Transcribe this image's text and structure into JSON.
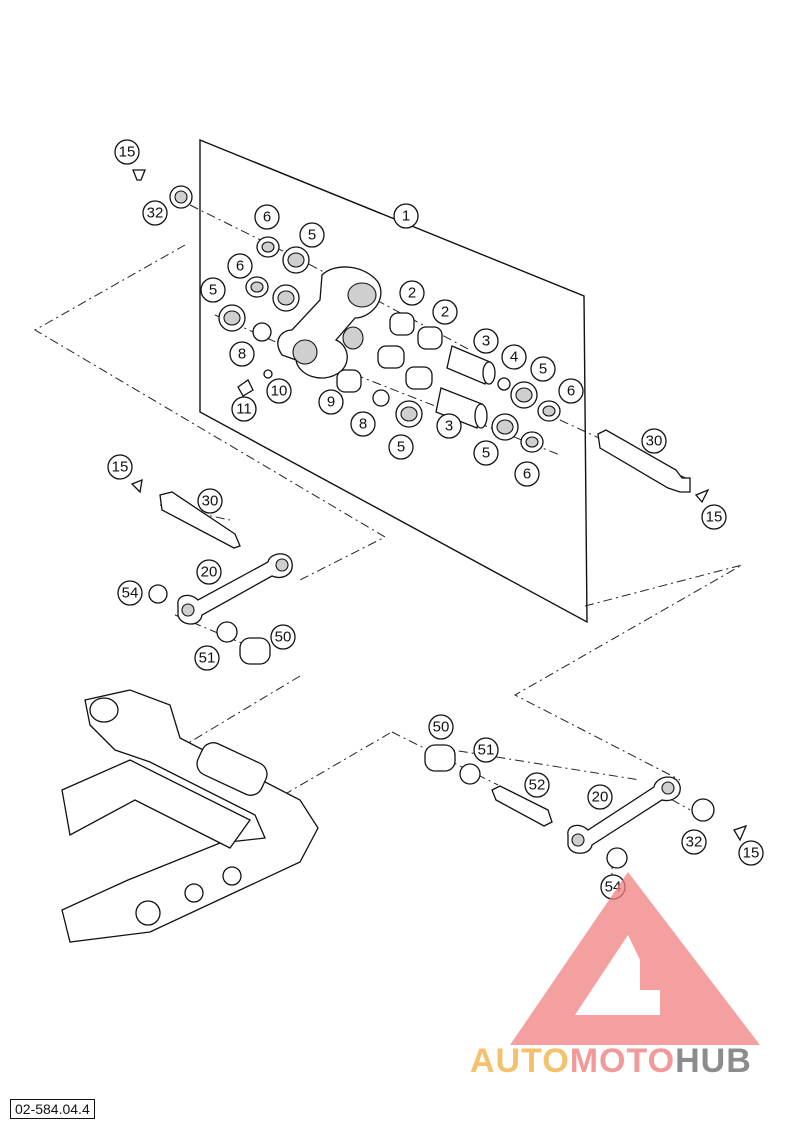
{
  "diagram": {
    "reference_code": "02-584.04.4",
    "callouts": [
      "15",
      "32",
      "6",
      "5",
      "1",
      "6",
      "5",
      "2",
      "2",
      "8",
      "3",
      "4",
      "5",
      "6",
      "10",
      "11",
      "9",
      "8",
      "3",
      "5",
      "5",
      "6",
      "30",
      "15",
      "15",
      "30",
      "20",
      "54",
      "50",
      "51",
      "50",
      "51",
      "52",
      "20",
      "32",
      "15",
      "54"
    ]
  },
  "watermark": {
    "part1": "AUTO",
    "part2": "MOTO",
    "part3": "HUB",
    "colors": {
      "auto": "#f5c26b",
      "moto": "#f29a9a",
      "hub": "#8c8c8c",
      "logo": "#f08080"
    }
  }
}
